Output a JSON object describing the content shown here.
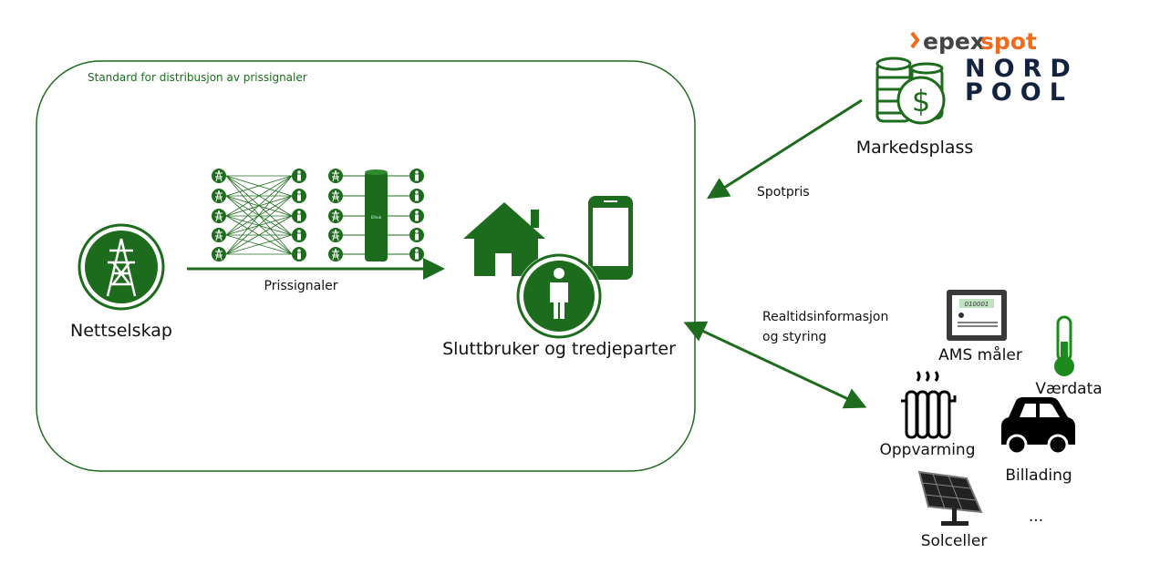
{
  "frame": {
    "title": "Standard for distribusjon av prissignaler"
  },
  "nodes": {
    "grid_company": "Nettselskap",
    "end_user": "Sluttbruker og tredjeparter",
    "marketplace": "Markedsplass",
    "hub_label": "Elhub"
  },
  "arrows": {
    "price_signals": "Prissignaler",
    "spot_price": "Spotpris",
    "realtime_line1": "Realtidsinformasjon",
    "realtime_line2": "og styring"
  },
  "logos": {
    "epex_a": "epex",
    "epex_b": "spot",
    "nordpool_1": "NORD",
    "nordpool_2": "POOL"
  },
  "devices": {
    "meter": "AMS måler",
    "meter_display": "010001",
    "weather": "Værdata",
    "heating": "Oppvarming",
    "ev_charging": "Billading",
    "solar": "Solceller",
    "more": "..."
  },
  "colors": {
    "green": "#1d6b1d",
    "orange": "#f26b1d",
    "navy": "#13233f"
  }
}
